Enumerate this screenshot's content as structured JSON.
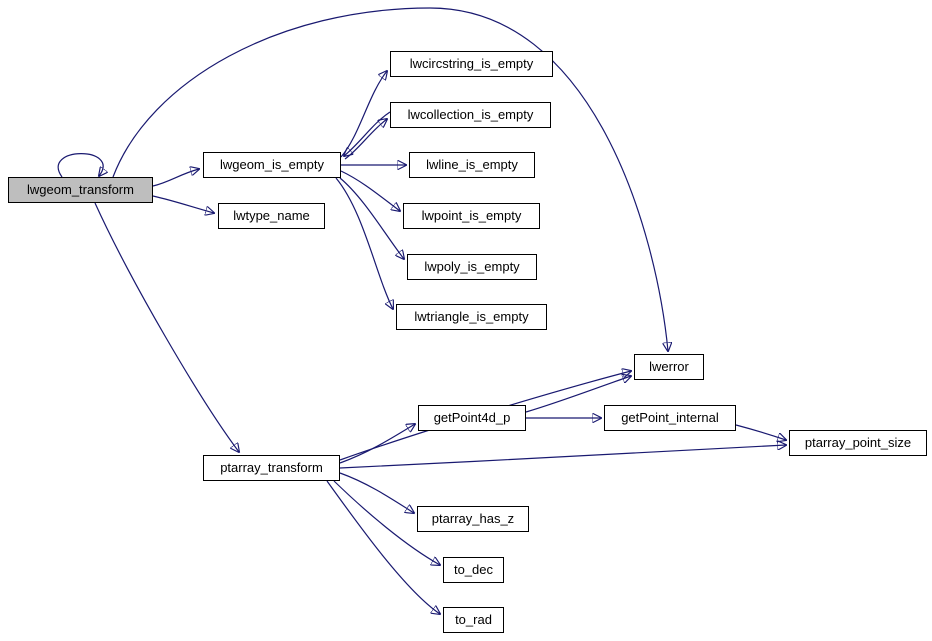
{
  "diagram": {
    "type": "call-graph",
    "nodes": {
      "lwgeom_transform": {
        "label": "lwgeom_transform",
        "highlighted": true
      },
      "lwgeom_is_empty": {
        "label": "lwgeom_is_empty"
      },
      "lwtype_name": {
        "label": "lwtype_name"
      },
      "lwcircstring_is_empty": {
        "label": "lwcircstring_is_empty"
      },
      "lwcollection_is_empty": {
        "label": "lwcollection_is_empty"
      },
      "lwline_is_empty": {
        "label": "lwline_is_empty"
      },
      "lwpoint_is_empty": {
        "label": "lwpoint_is_empty"
      },
      "lwpoly_is_empty": {
        "label": "lwpoly_is_empty"
      },
      "lwtriangle_is_empty": {
        "label": "lwtriangle_is_empty"
      },
      "lwerror": {
        "label": "lwerror"
      },
      "getPoint4d_p": {
        "label": "getPoint4d_p"
      },
      "getPoint_internal": {
        "label": "getPoint_internal"
      },
      "ptarray_point_size": {
        "label": "ptarray_point_size"
      },
      "ptarray_transform": {
        "label": "ptarray_transform"
      },
      "ptarray_has_z": {
        "label": "ptarray_has_z"
      },
      "to_dec": {
        "label": "to_dec"
      },
      "to_rad": {
        "label": "to_rad"
      }
    },
    "edges": [
      {
        "from": "lwgeom_transform",
        "to": "lwgeom_transform"
      },
      {
        "from": "lwgeom_transform",
        "to": "lwgeom_is_empty"
      },
      {
        "from": "lwgeom_transform",
        "to": "lwtype_name"
      },
      {
        "from": "lwgeom_transform",
        "to": "ptarray_transform"
      },
      {
        "from": "lwgeom_transform",
        "to": "lwerror"
      },
      {
        "from": "lwgeom_is_empty",
        "to": "lwcircstring_is_empty"
      },
      {
        "from": "lwgeom_is_empty",
        "to": "lwcollection_is_empty"
      },
      {
        "from": "lwcollection_is_empty",
        "to": "lwgeom_is_empty"
      },
      {
        "from": "lwgeom_is_empty",
        "to": "lwline_is_empty"
      },
      {
        "from": "lwgeom_is_empty",
        "to": "lwpoint_is_empty"
      },
      {
        "from": "lwgeom_is_empty",
        "to": "lwpoly_is_empty"
      },
      {
        "from": "lwgeom_is_empty",
        "to": "lwtriangle_is_empty"
      },
      {
        "from": "ptarray_transform",
        "to": "lwerror"
      },
      {
        "from": "ptarray_transform",
        "to": "getPoint4d_p"
      },
      {
        "from": "ptarray_transform",
        "to": "ptarray_point_size"
      },
      {
        "from": "ptarray_transform",
        "to": "ptarray_has_z"
      },
      {
        "from": "ptarray_transform",
        "to": "to_dec"
      },
      {
        "from": "ptarray_transform",
        "to": "to_rad"
      },
      {
        "from": "getPoint4d_p",
        "to": "lwerror"
      },
      {
        "from": "getPoint4d_p",
        "to": "getPoint_internal"
      },
      {
        "from": "getPoint_internal",
        "to": "ptarray_point_size"
      }
    ],
    "colors": {
      "edge": "#191970",
      "node_fill": "#ffffff",
      "node_border": "#000000",
      "highlight_fill": "#bebebe"
    }
  }
}
